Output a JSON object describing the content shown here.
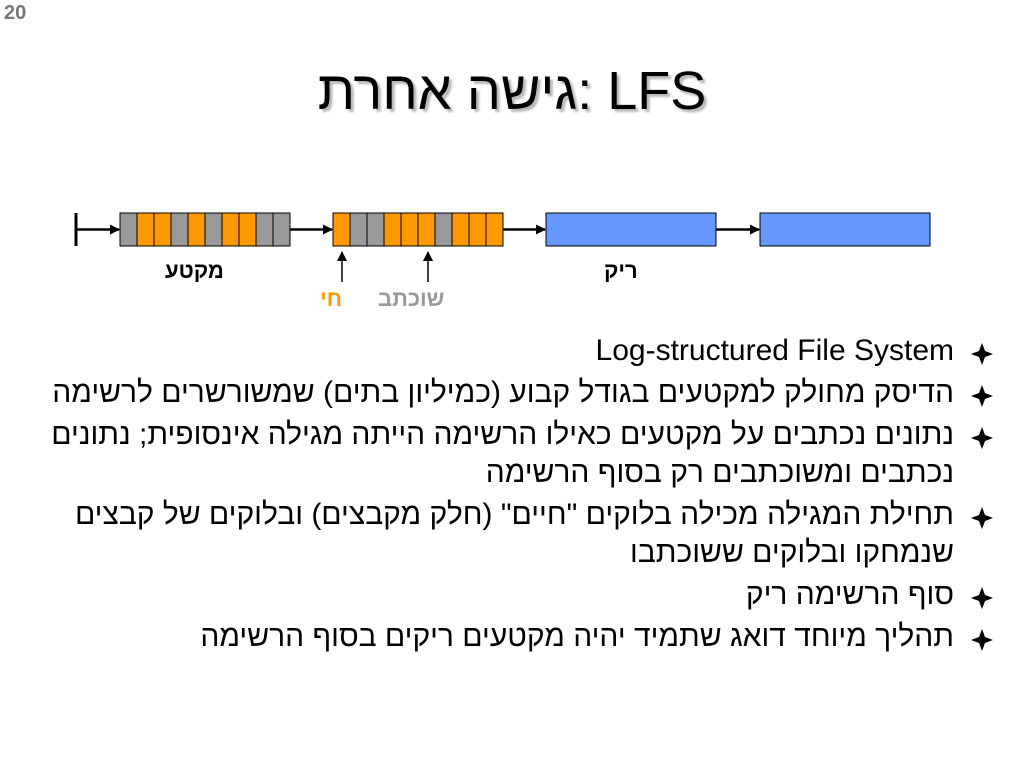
{
  "slide_number": "20",
  "title": "גישה אחרת: LFS",
  "diagram": {
    "labels": {
      "segment": "מקטע",
      "empty": "ריק",
      "live": "חי",
      "dead": "שוכתב"
    },
    "colors": {
      "live": "#ff9900",
      "dead": "#999999",
      "empty": "#6699ff",
      "live_label": "#ff9900",
      "dead_label": "#999999"
    },
    "segments": [
      {
        "type": "used",
        "blocks": [
          "dead",
          "live",
          "live",
          "dead",
          "live",
          "dead",
          "live",
          "live",
          "dead",
          "dead"
        ]
      },
      {
        "type": "used",
        "blocks": [
          "live",
          "dead",
          "dead",
          "live",
          "live",
          "live",
          "dead",
          "live",
          "live",
          "live"
        ]
      },
      {
        "type": "empty"
      },
      {
        "type": "empty"
      }
    ]
  },
  "bullets": [
    "Log-structured File System",
    "הדיסק מחולק למקטעים בגודל קבוע (כמיליון בתים) שמשורשרים לרשימה",
    "נתונים נכתבים על מקטעים כאילו הרשימה הייתה מגילה אינסופית; נתונים נכתבים ומשוכתבים רק בסוף הרשימה",
    "תחילת המגילה מכילה בלוקים \"חיים\" (חלק מקבצים) ובלוקים של קבצים שנמחקו ובלוקים ששוכתבו",
    "סוף הרשימה ריק",
    "תהליך מיוחד דואג שתמיד יהיה מקטעים ריקים בסוף הרשימה"
  ]
}
